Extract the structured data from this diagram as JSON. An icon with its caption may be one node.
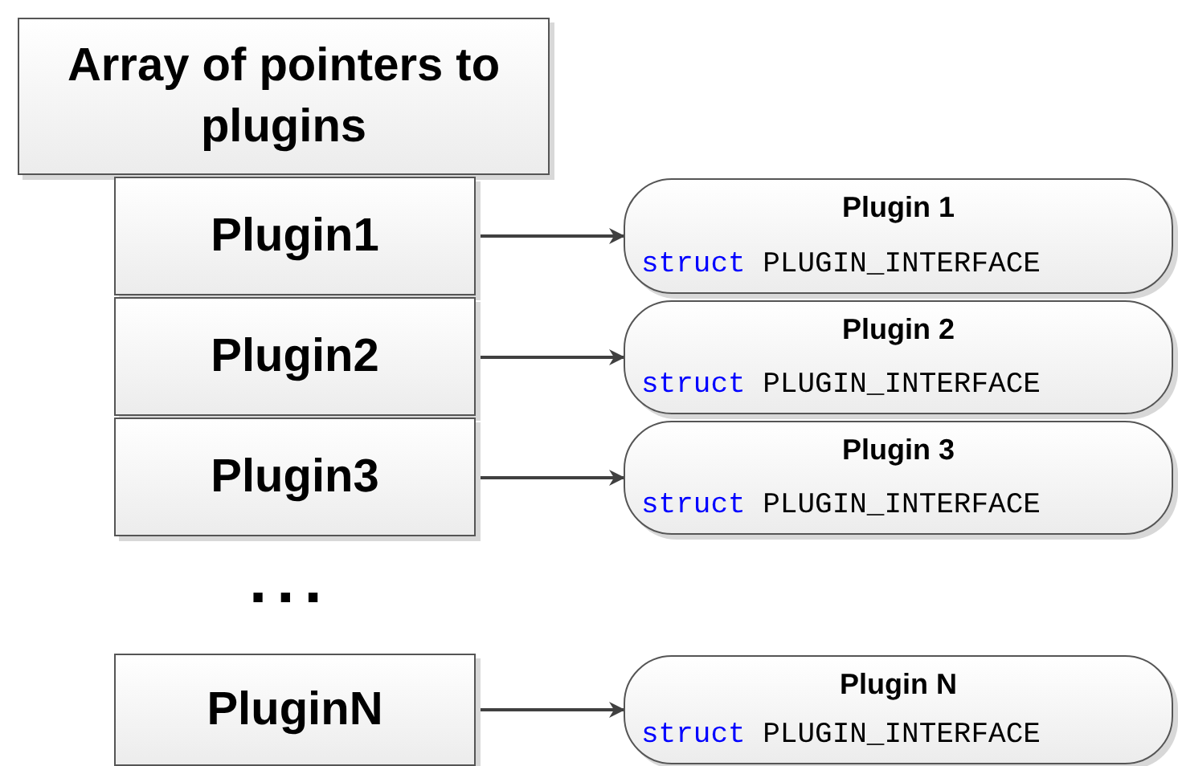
{
  "diagram": {
    "nodes": [
      {
        "text": [
          "Array of pointers to plugins"
        ]
      },
      {
        "text": [
          "Plugin1"
        ]
      },
      {
        "text": [
          "Plugin2"
        ]
      },
      {
        "text": [
          "Plugin3"
        ]
      },
      {
        "text": [
          "PluginN"
        ]
      },
      {
        "text": [
          "Plugin 1",
          "struct PLUGIN_INTERFACE"
        ]
      },
      {
        "text": [
          "Plugin 2",
          "struct PLUGIN_INTERFACE"
        ]
      },
      {
        "text": [
          "Plugin 3",
          "struct PLUGIN_INTERFACE"
        ]
      },
      {
        "text": [
          "Plugin N",
          "struct PLUGIN_INTERFACE"
        ]
      }
    ],
    "edges": [
      {
        "from": 1,
        "to": 5,
        "arrow": "to"
      },
      {
        "from": 2,
        "to": 6,
        "arrow": "to"
      },
      {
        "from": 3,
        "to": 7,
        "arrow": "to"
      },
      {
        "from": 4,
        "to": 8,
        "arrow": "to"
      }
    ],
    "labels": [
      "..."
    ]
  }
}
